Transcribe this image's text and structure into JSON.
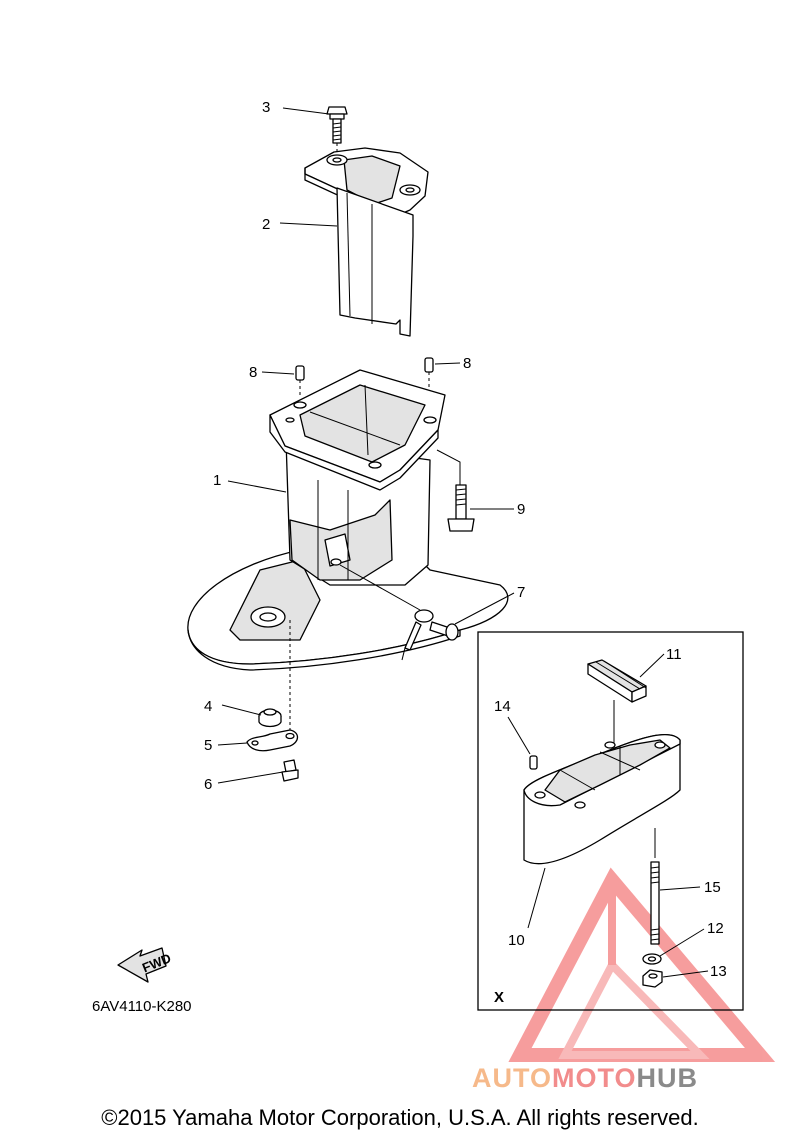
{
  "diagram": {
    "part_labels": [
      "1",
      "2",
      "3",
      "4",
      "5",
      "6",
      "7",
      "8",
      "8",
      "9",
      "10",
      "11",
      "12",
      "13",
      "14",
      "15"
    ],
    "diagram_code": "6AV4110-K280",
    "fwd_label": "FWD",
    "inset_label": "X",
    "watermark": {
      "part1": "AUTO",
      "part2": "MOTO",
      "part3": "HUB"
    },
    "copyright": "©2015 Yamaha Motor Corporation, U.S.A. All rights reserved."
  }
}
